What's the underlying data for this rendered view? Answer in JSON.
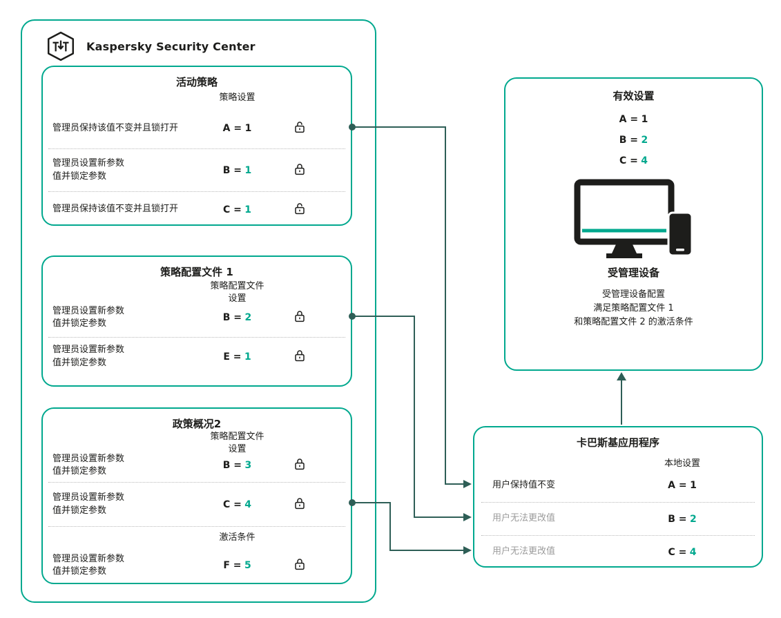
{
  "colors": {
    "accent_teal": "#00A88E",
    "connector": "#2E5E56",
    "text_dark": "#1D1D1B",
    "text_muted": "#9B9B9B"
  },
  "ksc": {
    "title": "Kaspersky Security Center"
  },
  "active_policy": {
    "title": "活动策略",
    "column_header": "策略设置",
    "rows": [
      {
        "label": "管理员保持该值不变并且锁打开",
        "param": "A =",
        "value": "1",
        "value_class": "v-dark",
        "lock": "lock-open-icon"
      },
      {
        "label": "管理员设置新参数\n值并锁定参数",
        "param": "B =",
        "value": "1",
        "value_class": "v-teal",
        "lock": "lock-closed-icon"
      },
      {
        "label": "管理员保持该值不变并且锁打开",
        "param": "C =",
        "value": "1",
        "value_class": "v-teal",
        "lock": "lock-open-icon"
      }
    ]
  },
  "profile1": {
    "title": "策略配置文件 1",
    "column_header": "策略配置文件\n设置",
    "rows": [
      {
        "label": "管理员设置新参数\n值并锁定参数",
        "param": "B =",
        "value": "2",
        "value_class": "v-teal",
        "lock": "lock-closed-icon"
      },
      {
        "label": "管理员设置新参数\n值并锁定参数",
        "param": "E =",
        "value": "1",
        "value_class": "v-teal",
        "lock": "lock-closed-icon"
      }
    ]
  },
  "profile2": {
    "title": "政策概况2",
    "column_header": "策略配置文件\n设置",
    "rows": [
      {
        "label": "管理员设置新参数\n值并锁定参数",
        "param": "B =",
        "value": "3",
        "value_class": "v-teal",
        "lock": "lock-closed-icon"
      },
      {
        "label": "管理员设置新参数\n值并锁定参数",
        "param": "C =",
        "value": "4",
        "value_class": "v-teal",
        "lock": "lock-closed-icon"
      }
    ],
    "activation_header": "激活条件",
    "activation_row": {
      "label": "管理员设置新参数\n值并锁定参数",
      "param": "F =",
      "value": "5",
      "value_class": "v-teal",
      "lock": "lock-closed-icon"
    }
  },
  "effective": {
    "title": "有效设置",
    "values": [
      {
        "param": "A =",
        "value": "1",
        "value_class": "v-dark"
      },
      {
        "param": "B =",
        "value": "2",
        "value_class": "v-teal"
      },
      {
        "param": "C =",
        "value": "4",
        "value_class": "v-teal"
      }
    ],
    "device_label": "受管理设备",
    "description": "受管理设备配置\n满足策略配置文件 1\n和策略配置文件 2 的激活条件"
  },
  "app": {
    "title": "卡巴斯基应用程序",
    "column_header": "本地设置",
    "rows": [
      {
        "label": "用户保持值不变",
        "label_class": "l-dark",
        "param": "A =",
        "value": "1",
        "value_class": "v-dark"
      },
      {
        "label": "用户无法更改值",
        "label_class": "l-muted",
        "param": "B =",
        "value": "2",
        "value_class": "v-teal"
      },
      {
        "label": "用户无法更改值",
        "label_class": "l-muted",
        "param": "C =",
        "value": "4",
        "value_class": "v-teal"
      }
    ]
  }
}
